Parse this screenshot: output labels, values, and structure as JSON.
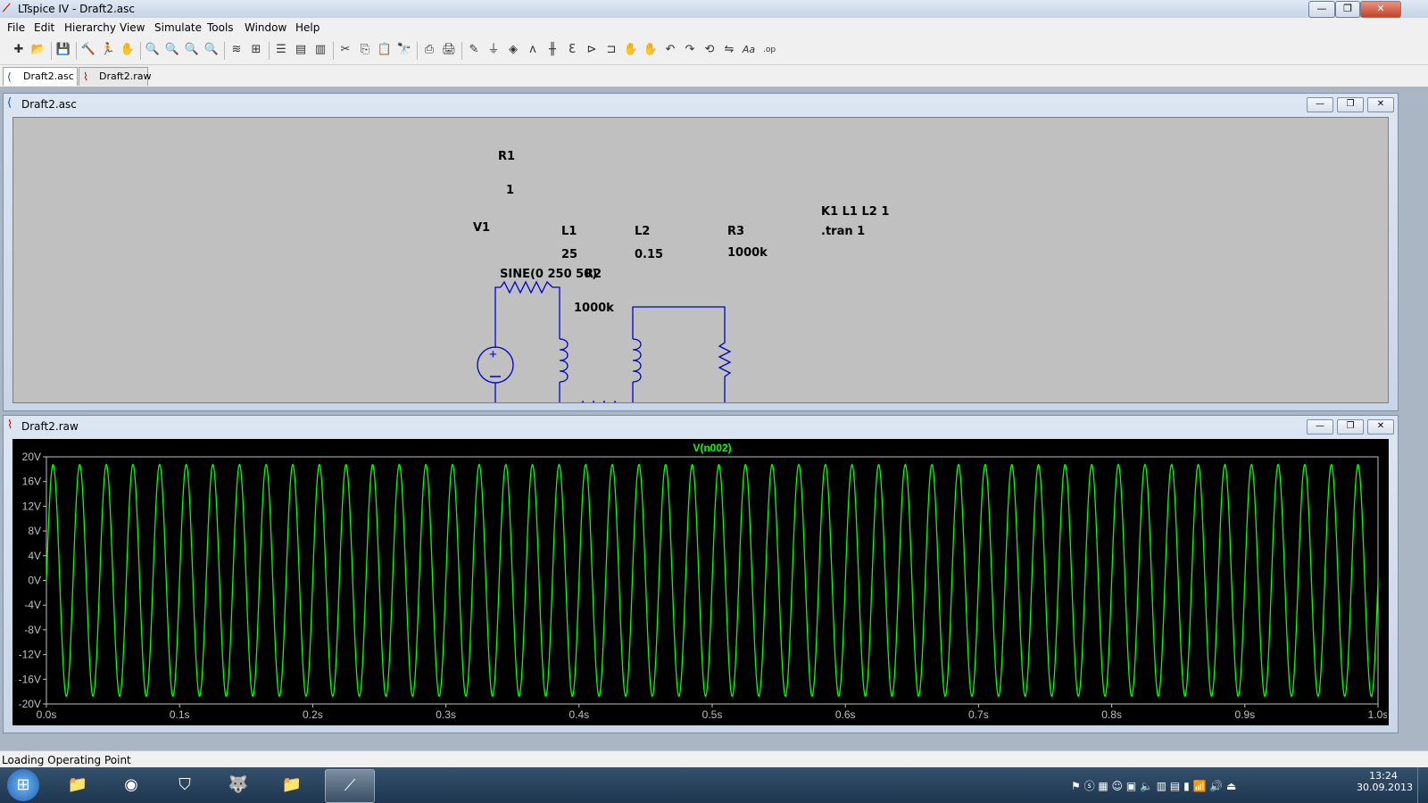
{
  "window": {
    "title": "LTspice IV - Draft2.asc",
    "min": "—",
    "max": "❐",
    "close": "✕"
  },
  "menu": [
    "File",
    "Edit",
    "Hierarchy",
    "View",
    "Simulate",
    "Tools",
    "Window",
    "Help"
  ],
  "toolbar_icons": [
    "new-schematic-icon",
    "open-icon",
    "save-icon",
    "control-panel-icon",
    "run-icon",
    "halt-icon",
    "zoom-in-icon",
    "zoom-pan-icon",
    "zoom-out-icon",
    "zoom-fit-icon",
    "autorange-icon",
    "grid-icon",
    "tile-horizontal-icon",
    "tile-vertical-icon",
    "cascade-icon",
    "cut-icon",
    "copy-icon",
    "paste-icon",
    "find-icon",
    "print-setup-icon",
    "print-icon",
    "wire-icon",
    "ground-icon",
    "label-icon",
    "resistor-icon",
    "capacitor-icon",
    "inductor-icon",
    "diode-icon",
    "component-icon",
    "move-icon",
    "drag-icon",
    "undo-icon",
    "redo-icon",
    "rotate-icon",
    "mirror-icon",
    "text-icon",
    "spice-directive-icon"
  ],
  "toolbar_glyphs": [
    "✚",
    "📂",
    "💾",
    "🔨",
    "🏃",
    "✋",
    "🔍",
    "🔍",
    "🔍",
    "🔍",
    "≋",
    "⊞",
    "☰",
    "▤",
    "▥",
    "✂",
    "⎘",
    "📋",
    "🔭",
    "⎙",
    "🖨",
    "✎",
    "⏚",
    "◈",
    "ʌ",
    "╫",
    "Ɛ",
    "⊳",
    "⊐",
    "✋",
    "✋",
    "↶",
    "↷",
    "⟲",
    "⇋",
    "Aa",
    ".op"
  ],
  "tabs": [
    {
      "label": "Draft2.asc",
      "icon": "schematic-icon",
      "active": true
    },
    {
      "label": "Draft2.raw",
      "icon": "waveform-icon",
      "active": false
    }
  ],
  "schematic_window": {
    "title": "Draft2.asc"
  },
  "schematic": {
    "R1": {
      "name": "R1",
      "value": "1"
    },
    "V1": {
      "name": "V1",
      "value": "SINE(0 250 50)"
    },
    "L1": {
      "name": "L1",
      "value": "25"
    },
    "R2": {
      "name": "R2",
      "value": "1000k"
    },
    "L2": {
      "name": "L2",
      "value": "0.15"
    },
    "R3": {
      "name": "R3",
      "value": "1000k"
    },
    "directives": [
      "K1 L1 L2 1",
      ".tran 1"
    ]
  },
  "waveform_window": {
    "title": "Draft2.raw"
  },
  "chart_data": {
    "type": "line",
    "title": "V(n002)",
    "series": [
      {
        "name": "V(n002)",
        "frequency_hz": 50,
        "amplitude": 18.75,
        "color": "#00ff00"
      }
    ],
    "xlim": [
      0,
      1.0
    ],
    "ylim": [
      -20,
      20
    ],
    "xticks": [
      "0.0s",
      "0.1s",
      "0.2s",
      "0.3s",
      "0.4s",
      "0.5s",
      "0.6s",
      "0.7s",
      "0.8s",
      "0.9s",
      "1.0s"
    ],
    "yticks": [
      "20V",
      "16V",
      "12V",
      "8V",
      "4V",
      "0V",
      "-4V",
      "-8V",
      "-12V",
      "-16V",
      "-20V"
    ],
    "xlabel": "",
    "ylabel": ""
  },
  "status": "Loading Operating Point",
  "taskbar": {
    "items": [
      "start-orb",
      "explorer",
      "chrome",
      "app-shield",
      "gimp",
      "file-manager",
      "ltspice"
    ],
    "glyphs": [
      "⊞",
      "📁",
      "◉",
      "⛉",
      "🐺",
      "📁",
      "⟋"
    ],
    "time": "13:24",
    "date": "30.09.2013"
  },
  "colors": {
    "wire": "#0000c8",
    "trace": "#00ff00",
    "grid": "#c0c0c0"
  }
}
